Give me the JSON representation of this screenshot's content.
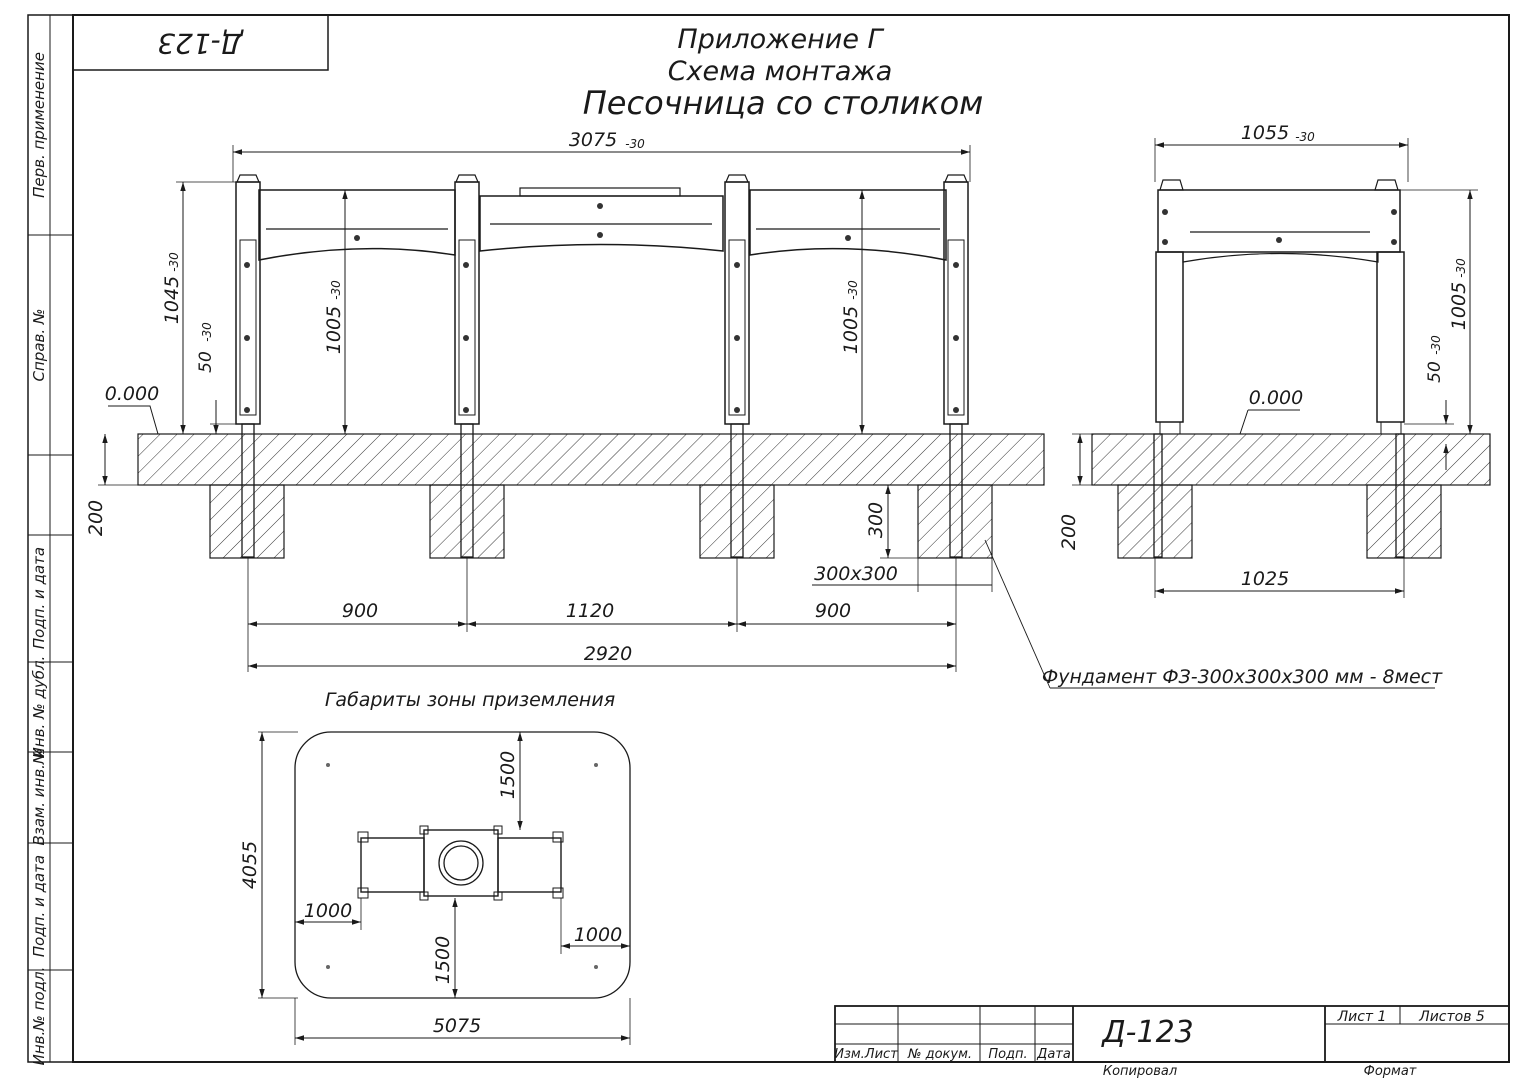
{
  "stamp_code_rotated": "Д-123",
  "title": {
    "line1": "Приложение Г",
    "line2": "Схема монтажа",
    "line3": "Песочница со столиком"
  },
  "front_view": {
    "overall_width": "3075",
    "width_tol": "-30",
    "height_total": "1045",
    "height_total_tol": "-30",
    "clearance": "50",
    "clearance_tol": "-30",
    "height_left": "1005",
    "height_left_tol": "-30",
    "height_right": "1005",
    "height_right_tol": "-30",
    "level": "0.000",
    "soil_depth": "200",
    "pit_depth": "300",
    "pit_size": "300х300",
    "span1": "900",
    "span2": "1120",
    "span3": "900",
    "posts_total": "2920",
    "foundation_note": "Фундамент ФЗ-300х300х300 мм - 8мест"
  },
  "side_view": {
    "overall_width": "1055",
    "width_tol": "-30",
    "height": "1005",
    "height_tol": "-30",
    "clearance": "50",
    "clearance_tol": "-30",
    "level": "0.000",
    "soil_depth": "200",
    "posts_width": "1025"
  },
  "landing_zone": {
    "title": "Габариты зоны приземления",
    "dim_top": "1500",
    "dim_bottom": "1500",
    "dim_height": "4055",
    "dim_width": "5075",
    "dim_left": "1000",
    "dim_right": "1000"
  },
  "side_stamp": {
    "perv_primenenie": "Перв. применение",
    "sprav_no": "Справ. №",
    "podp_data_1": "Подп. и дата",
    "inv_dubl": "Инв. № дубл.",
    "vzam_inv": "Взам. инв.№",
    "podp_data_2": "Подп. и дата",
    "inv_podl": "Инв.№ подл."
  },
  "title_block": {
    "izm_list": "Изм.Лист",
    "no_dokum": "№ докум.",
    "podp": "Подп.",
    "data": "Дата",
    "doc_code": "Д-123",
    "list": "Лист 1",
    "listov": "Листов 5",
    "kopiroval": "Копировал",
    "format": "Формат"
  }
}
